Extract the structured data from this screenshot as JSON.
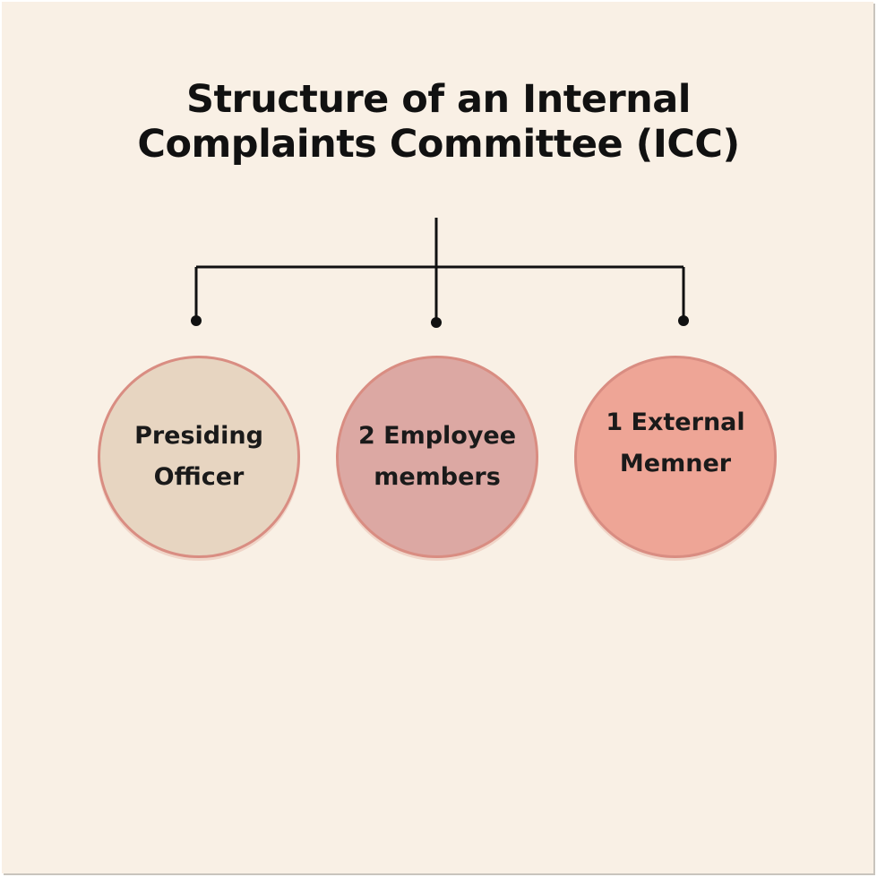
{
  "title": {
    "line1": "Structure of an Internal",
    "line2": "Complaints Committee (ICC)"
  },
  "members": [
    {
      "line1": "Presiding",
      "line2": "Officer",
      "fill": "#e7d5c1"
    },
    {
      "line1": "2 Employee",
      "line2": "members",
      "fill": "#dca8a3"
    },
    {
      "line1": "1 External",
      "line2": "Memner",
      "fill": "#eea596"
    }
  ],
  "colors": {
    "background": "#f9f0e5",
    "connector": "#111111",
    "circle_border": "#d98d82"
  }
}
